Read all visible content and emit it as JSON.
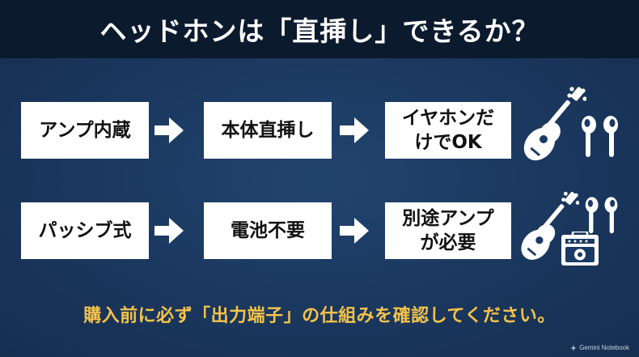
{
  "header": {
    "title": "ヘッドホンは「直挿し」できるか？"
  },
  "rows": [
    {
      "steps": [
        "アンプ内蔵",
        "本体直挿し",
        "イヤホンだ\nけでOK"
      ],
      "icons": [
        "ukulele-icon",
        "earbuds-icon"
      ]
    },
    {
      "steps": [
        "パッシブ式",
        "電池不要",
        "別途アンプ\nが必要"
      ],
      "icons": [
        "ukulele-icon",
        "amplifier-icon",
        "earbuds-icon"
      ]
    }
  ],
  "footer": {
    "note": "購入前に必ず「出力端子」の仕組みを確認してください。"
  },
  "brand": {
    "label": "Gemini Notebook"
  },
  "colors": {
    "background": "#1c3a63",
    "title_bar": "#0c1a2e",
    "box": "#ffffff",
    "accent_text": "#f5c34a"
  }
}
